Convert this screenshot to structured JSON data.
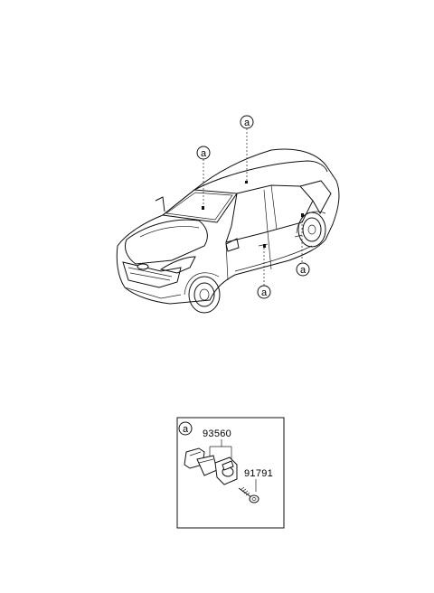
{
  "callouts": {
    "marker_letter": "a",
    "instances": [
      {
        "id": "callout-roof",
        "letter": "a"
      },
      {
        "id": "callout-windshield",
        "letter": "a"
      },
      {
        "id": "callout-door",
        "letter": "a"
      },
      {
        "id": "callout-rear",
        "letter": "a"
      }
    ]
  },
  "detail_box": {
    "letter": "a",
    "parts": [
      {
        "number": "93560"
      },
      {
        "number": "91791"
      }
    ]
  }
}
